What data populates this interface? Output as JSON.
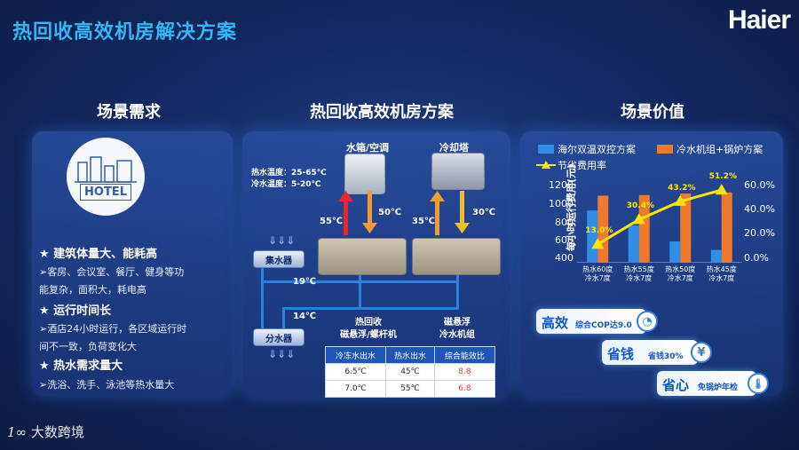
{
  "header": {
    "title": "热回收高效机房解决方案",
    "logo": "Haier"
  },
  "sections": {
    "left": "场景需求",
    "middle": "热回收高效机房方案",
    "right": "场景价值"
  },
  "left_panel": {
    "hotel_label": "HOTEL",
    "items": [
      {
        "heading": "★ 建筑体量大、能耗高",
        "detail": "➢客房、会议室、餐厅、健身等功",
        "detail2": "能复杂，面积大，耗电高"
      },
      {
        "heading": "★ 运行时间长",
        "detail": "➢酒店24小时运行，各区域运行时",
        "detail2": "间不一致，负荷变化大"
      },
      {
        "heading": "★ 热水需求量大",
        "detail": "➢洗浴、洗手、泳池等热水量大",
        "detail2": ""
      }
    ]
  },
  "middle_panel": {
    "tank_label": "水箱/空调",
    "tower_label": "冷却塔",
    "hot_water_temp": "热水温度：25-65℃",
    "chilled_water_temp": "冷水温度：5-20℃",
    "t55": "55℃",
    "t50": "50℃",
    "t35": "35℃",
    "t30": "30℃",
    "t19": "19℃",
    "t14": "14℃",
    "collector": "集水器",
    "distributor": "分水器",
    "unit1_line1": "热回收",
    "unit1_line2": "磁悬浮/螺杆机",
    "unit2_line1": "磁悬浮",
    "unit2_line2": "冷水机组",
    "table": {
      "headers": [
        "冷冻水出水",
        "热水出水",
        "综合能效比"
      ],
      "rows": [
        [
          "6.5℃",
          "45℃",
          "8.8"
        ],
        [
          "7.0℃",
          "55℃",
          "6.8"
        ]
      ]
    }
  },
  "right_panel": {
    "badges": [
      {
        "big": "高效",
        "small": "综合COP达9.0",
        "icon": "gauge-icon",
        "glyph": "◔"
      },
      {
        "big": "省钱",
        "small": "省钱30%",
        "icon": "yen-icon",
        "glyph": "¥"
      },
      {
        "big": "省心",
        "small": "免锅炉年检",
        "icon": "thermometer-icon",
        "glyph": "🌡"
      }
    ]
  },
  "chart_data": {
    "type": "bar",
    "categories": [
      "热水60度\n冷水7度",
      "热水55度\n冷水7度",
      "热水50度\n冷水7度",
      "热水45度\n冷水7度"
    ],
    "series": [
      {
        "name": "海尔双温双控方案",
        "values": [
          890,
          750,
          600,
          520
        ],
        "color": "#2f8ee6"
      },
      {
        "name": "冷水机组+锅炉方案",
        "values": [
          1030,
          1035,
          1050,
          1060
        ],
        "color": "#ef7a2e"
      },
      {
        "name": "节省费用率",
        "values": [
          13.0,
          30.4,
          43.2,
          51.2
        ],
        "color": "#ffe600",
        "type": "line",
        "axis": "right",
        "labels": [
          "13.0%",
          "30.4%",
          "43.2%",
          "51.2%"
        ]
      }
    ],
    "ylabel": "每小时运行费用(元)",
    "ylim": [
      400,
      1200
    ],
    "yticks": [
      "400",
      "600",
      "800",
      "1000",
      "1200"
    ],
    "y2lim": [
      0,
      60
    ],
    "y2ticks": [
      "0.0%",
      "20.0%",
      "40.0%",
      "60.0%"
    ]
  },
  "watermark": "大数跨境",
  "watermark_logo": "1∞"
}
